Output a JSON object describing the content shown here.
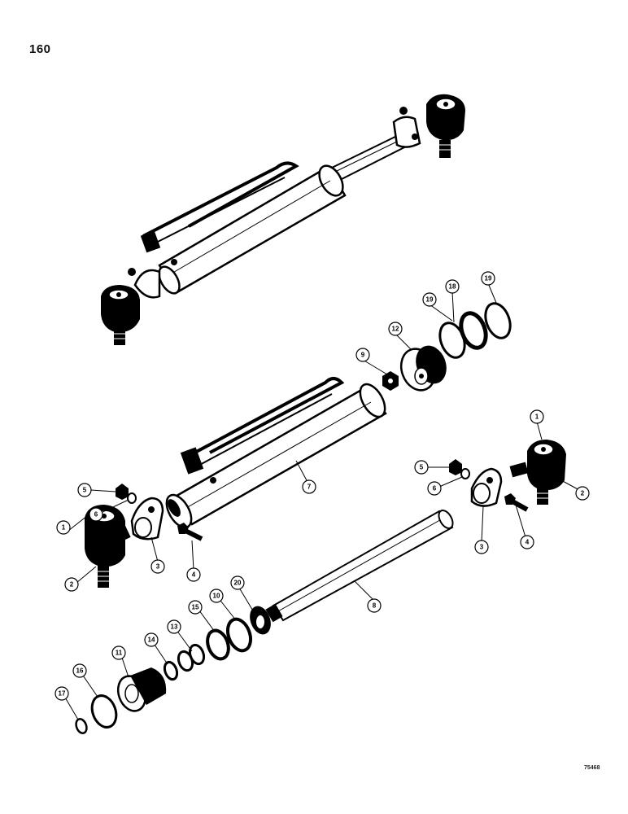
{
  "page_number": "160",
  "reference_code": "75468",
  "callouts": {
    "c1a": "1",
    "c2a": "2",
    "c3a": "3",
    "c4a": "4",
    "c5a": "5",
    "c6a": "6",
    "c1b": "1",
    "c2b": "2",
    "c3b": "3",
    "c4b": "4",
    "c5b": "5",
    "c6b": "6",
    "c7": "7",
    "c8": "8",
    "c9": "9",
    "c10": "10",
    "c11": "11",
    "c12": "12",
    "c13": "13",
    "c14": "14",
    "c15": "15",
    "c16": "16",
    "c17": "17",
    "c18": "18",
    "c19a": "19",
    "c19b": "19",
    "c20": "20"
  }
}
